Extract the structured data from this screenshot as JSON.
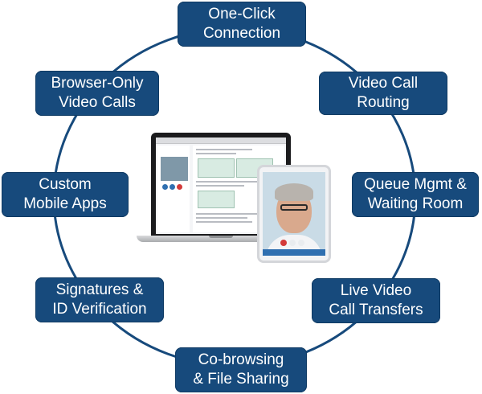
{
  "features": [
    {
      "id": "one-click",
      "label": "One-Click\nConnection"
    },
    {
      "id": "video-routing",
      "label": "Video Call\nRouting"
    },
    {
      "id": "queue",
      "label": "Queue Mgmt &\nWaiting Room"
    },
    {
      "id": "transfers",
      "label": "Live Video\nCall Transfers"
    },
    {
      "id": "cobrowse",
      "label": "Co-browsing\n& File Sharing"
    },
    {
      "id": "signatures",
      "label": "Signatures &\nID Verification"
    },
    {
      "id": "mobile",
      "label": "Custom\nMobile Apps"
    },
    {
      "id": "browser",
      "label": "Browser-Only\nVideo Calls"
    }
  ],
  "colors": {
    "box": "#174a7c",
    "ring": "#174a7c",
    "text": "#ffffff"
  }
}
